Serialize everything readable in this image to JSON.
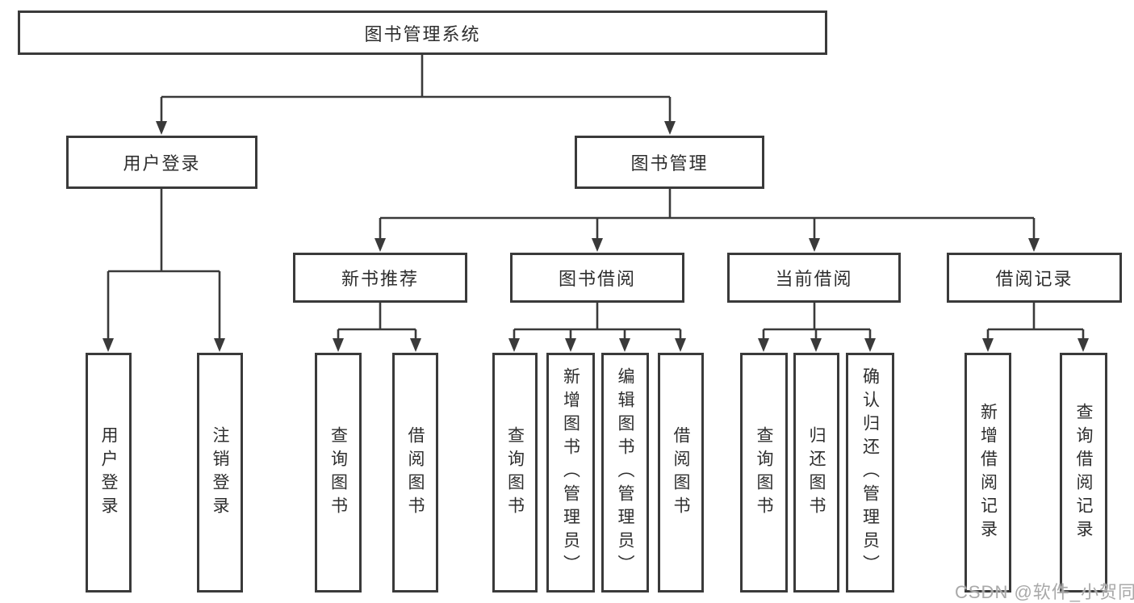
{
  "diagram": {
    "type": "functional-structure-tree",
    "colors": {
      "line": "#3a3a3a",
      "box_border": "#3a3a3a",
      "box_fill": "#ffffff",
      "text": "#2e2e2e",
      "watermark": "#a9a9a9"
    },
    "nodes": {
      "root": {
        "label": "图书管理系统"
      },
      "level2": [
        {
          "label": "用户登录"
        },
        {
          "label": "图书管理"
        }
      ],
      "level3": [
        {
          "label": "新书推荐"
        },
        {
          "label": "图书借阅"
        },
        {
          "label": "当前借阅"
        },
        {
          "label": "借阅记录"
        }
      ],
      "level4": [
        {
          "label": "用户登录"
        },
        {
          "label": "注销登录"
        },
        {
          "label": "查询图书"
        },
        {
          "label": "借阅图书"
        },
        {
          "label": "查询图书"
        },
        {
          "label": "新增图书（管理员）"
        },
        {
          "label": "编辑图书（管理员）"
        },
        {
          "label": "借阅图书"
        },
        {
          "label": "查询图书"
        },
        {
          "label": "归还图书"
        },
        {
          "label": "确认归还（管理员）"
        },
        {
          "label": "新增借阅记录"
        },
        {
          "label": "查询借阅记录"
        }
      ]
    },
    "watermark": {
      "text": "CSDN @软件_小贺同学"
    }
  }
}
